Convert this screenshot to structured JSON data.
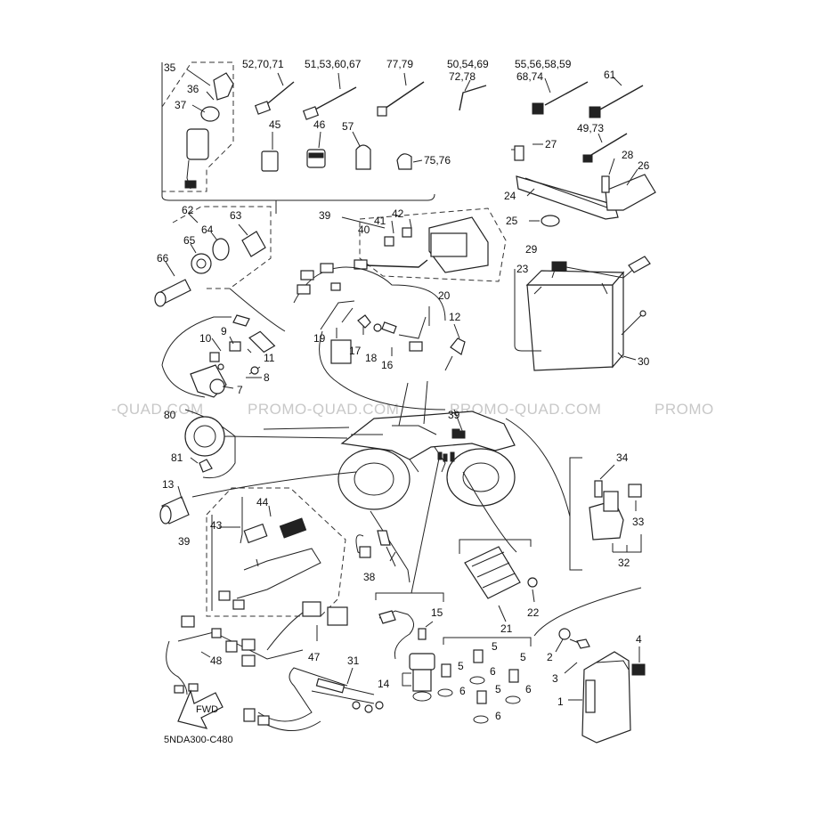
{
  "diagram": {
    "code": "5NDA300-C480",
    "fwd_label": "FWD",
    "watermarks": [
      "-QUAD.COM",
      "PROMO-QUAD.COM",
      "PROMO-QUAD.COM",
      "PROMO"
    ],
    "callouts": {
      "c35": "35",
      "c36": "36",
      "c37": "37",
      "c52": "52,70,71",
      "c51": "51,53,60,67",
      "c77": "77,79",
      "c50a": "50,54,69",
      "c50b": "72,78",
      "c55a": "55,56,58,59",
      "c55b": "68,74",
      "c61": "61",
      "c49": "49,73",
      "c45": "45",
      "c46": "46",
      "c57": "57",
      "c75": "75,76",
      "c27": "27",
      "c28": "28",
      "c26": "26",
      "c24": "24",
      "c25": "25",
      "c62": "62",
      "c63": "63",
      "c64": "64",
      "c65": "65",
      "c66": "66",
      "c39a": "39",
      "c41": "41",
      "c42": "42",
      "c40": "40",
      "c29": "29",
      "c23": "23",
      "c20": "20",
      "c12": "12",
      "c19": "19",
      "c17": "17",
      "c18": "18",
      "c16": "16",
      "c9": "9",
      "c10": "10",
      "c11": "11",
      "c8": "8",
      "c7": "7",
      "c30": "30",
      "c80": "80",
      "c81": "81",
      "c39b": "39",
      "c34": "34",
      "c33": "33",
      "c32": "32",
      "c13": "13",
      "c44": "44",
      "c43": "43",
      "c39c": "39",
      "c38": "38",
      "c22": "22",
      "c21": "21",
      "c15": "15",
      "c14": "14",
      "c5a": "5",
      "c5b": "5",
      "c5c": "5",
      "c5d": "5",
      "c6a": "6",
      "c6b": "6",
      "c6c": "6",
      "c6d": "6",
      "c2": "2",
      "c3": "3",
      "c4": "4",
      "c1": "1",
      "c48": "48",
      "c47": "47",
      "c31": "31"
    }
  }
}
